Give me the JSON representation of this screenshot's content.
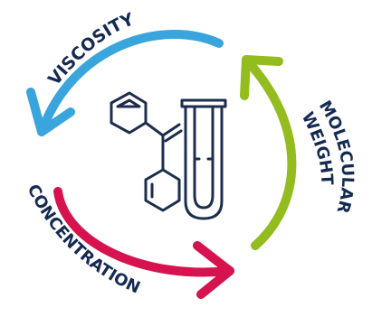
{
  "labels": {
    "viscosity": "VISCOSITY",
    "molecular": "MOLECULAR",
    "weight": "WEIGHT",
    "concentration": "CONCENTRATION"
  },
  "colors": {
    "viscosity": "#3aa5dc",
    "molecular_weight": "#93bd1f",
    "concentration": "#d6124f",
    "text": "#152a52",
    "icon_stroke": "#1c2d4e"
  },
  "icons": {
    "center": "chemistry-test-tube-icon",
    "arrows": [
      "blue-curved-arrow-icon",
      "green-curved-arrow-icon",
      "red-curved-arrow-icon"
    ]
  }
}
